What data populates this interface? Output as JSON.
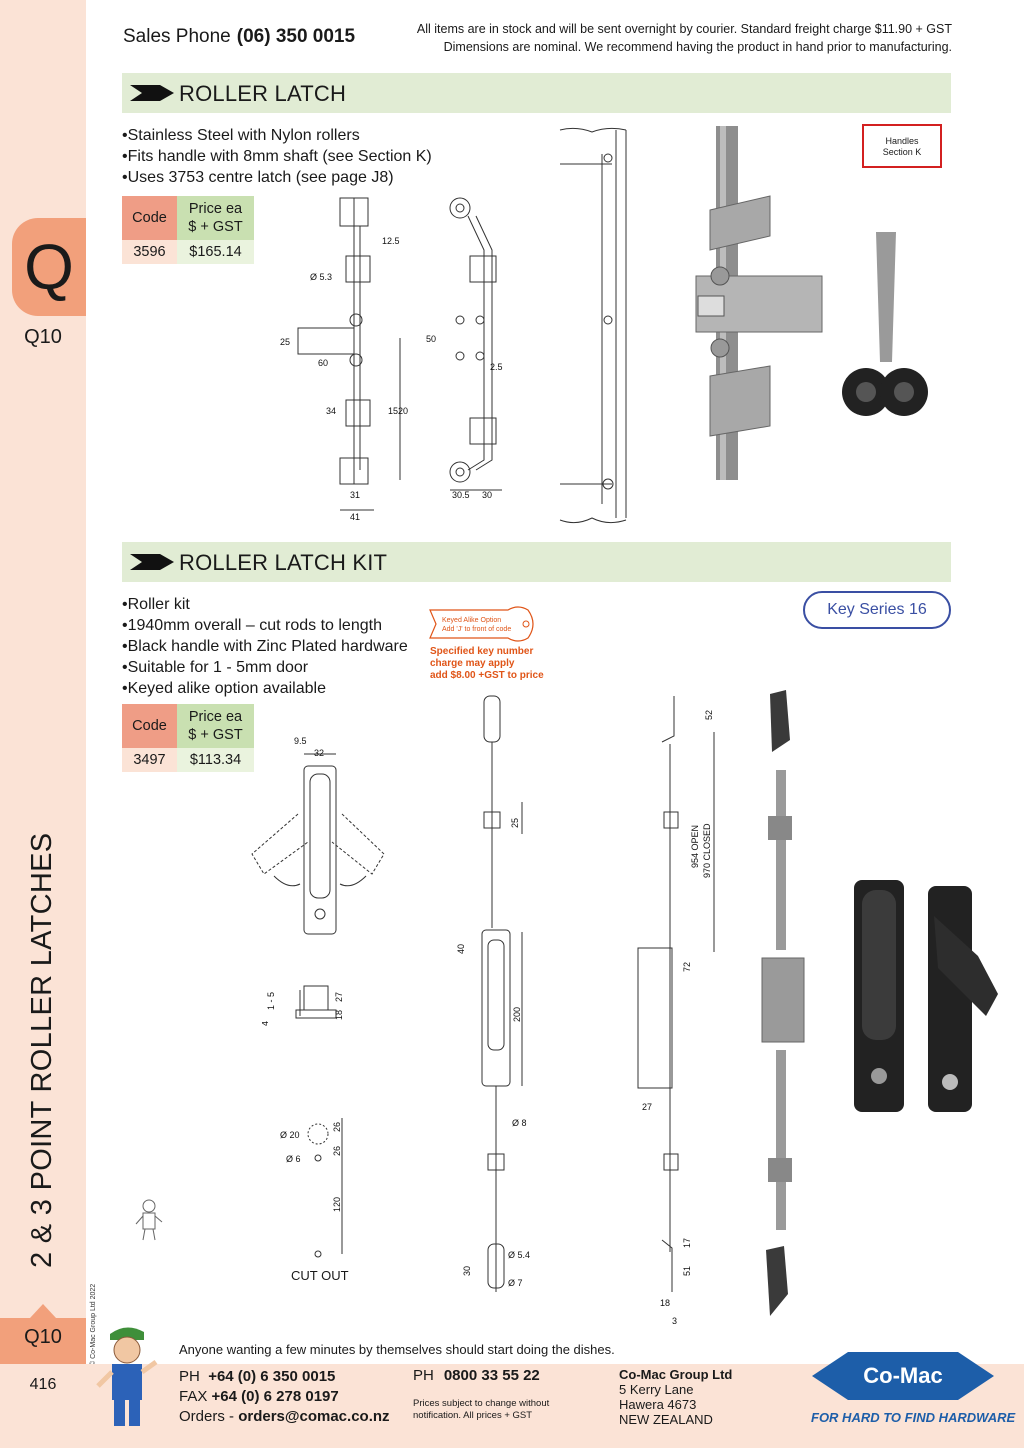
{
  "header": {
    "sales_label": "Sales Phone",
    "sales_phone": "(06) 350 0015",
    "note_line1": "All items are in stock and will be sent overnight by courier. Standard freight charge $11.90 + GST",
    "note_line2": "Dimensions are nominal. We recommend having the product in hand prior to manufacturing."
  },
  "rail": {
    "section_letter": "Q",
    "page_code": "Q10",
    "vertical_title": "2 & 3 POINT ROLLER  LATCHES",
    "copyright": "© Co-Mac Group Ltd 2022",
    "bottom_code": "Q10",
    "page_number": "416"
  },
  "roller_latch": {
    "title": "ROLLER LATCH",
    "bullets": [
      "Stainless Steel with Nylon rollers",
      "Fits handle with 8mm shaft  (see Section K)",
      "Uses 3753 centre latch (see page J8)"
    ],
    "table": {
      "code_header": "Code",
      "price_header_1": "Price ea",
      "price_header_2": "$ + GST",
      "code": "3596",
      "price": "$165.14"
    },
    "handles_tag_1": "Handles",
    "handles_tag_2": "Section K",
    "dims": {
      "d1": "12.5",
      "d2": "Ø 5.3",
      "d3": "25",
      "d4": "60",
      "d5": "34",
      "d6": "1520",
      "d7": "31",
      "d8": "41",
      "d9": "50",
      "d10": "2.5",
      "d11": "30.5",
      "d12": "30"
    }
  },
  "roller_kit": {
    "title": "ROLLER LATCH KIT",
    "bullets": [
      "Roller kit",
      "1940mm overall – cut rods  to length",
      "Black handle with Zinc Plated hardware",
      "Suitable for 1 - 5mm door",
      "Keyed alike option available"
    ],
    "table": {
      "code_header": "Code",
      "price_header_1": "Price ea",
      "price_header_2": "$ + GST",
      "code": "3497",
      "price": "$113.34"
    },
    "key_series": "Key Series 16",
    "keyed_tag_1": "Keyed Alike Option",
    "keyed_tag_2": "Add 'J' to front of code",
    "keyed_note_1": "Specified key number",
    "keyed_note_2": "charge may apply",
    "keyed_note_3": "add $8.00 +GST to price",
    "cutout_label": "CUT OUT",
    "dims": {
      "k1": "9.5",
      "k2": "32",
      "k3": "1 - 5",
      "k4": "4",
      "k5": "27",
      "k6": "18",
      "k7": "Ø 20",
      "k8": "Ø 6",
      "k9": "26",
      "k10": "26",
      "k11": "120",
      "k12": "25",
      "k13": "40",
      "k14": "200",
      "k15": "Ø 8",
      "k16": "Ø 5.4",
      "k17": "30",
      "k18": "Ø 7",
      "k19": "52",
      "k20": "954 OPEN",
      "k21": "970 CLOSED",
      "k22": "72",
      "k23": "27",
      "k24": "17",
      "k25": "51",
      "k26": "18",
      "k27": "3"
    }
  },
  "footer": {
    "tagline": "Anyone wanting a few minutes by themselves should start doing the dishes.",
    "ph_label": "PH",
    "ph_value": "+64 (0) 6 350 0015",
    "fax_label": "FAX",
    "fax_value": "+64 (0) 6 278 0197",
    "orders_label": "Orders -",
    "orders_value": "orders@comac.co.nz",
    "ph2_label": "PH",
    "ph2_value": "0800 33 55 22",
    "small_1": "Prices subject to change without",
    "small_2": "notification. All prices + GST",
    "company": "Co-Mac Group Ltd",
    "addr1": "5 Kerry Lane",
    "addr2": "Hawera 4673",
    "addr3": "NEW ZEALAND",
    "logo_text": "Co-Mac",
    "logo_tagline": "FOR HARD TO FIND HARDWARE"
  },
  "colors": {
    "accent": "#f2a07b",
    "rail": "#fbe3d6",
    "bar": "#e1ecd4",
    "code_cell": "#ef9d86",
    "price_cell": "#c9e0b1",
    "logo_blue": "#1d5ea9"
  }
}
